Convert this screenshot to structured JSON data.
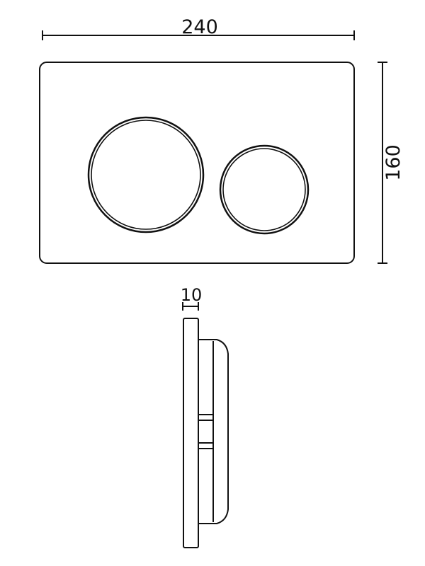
{
  "dimensions": {
    "width": "240",
    "height": "160",
    "depth": "10"
  },
  "colors": {
    "line": "#111111",
    "background": "#ffffff"
  }
}
